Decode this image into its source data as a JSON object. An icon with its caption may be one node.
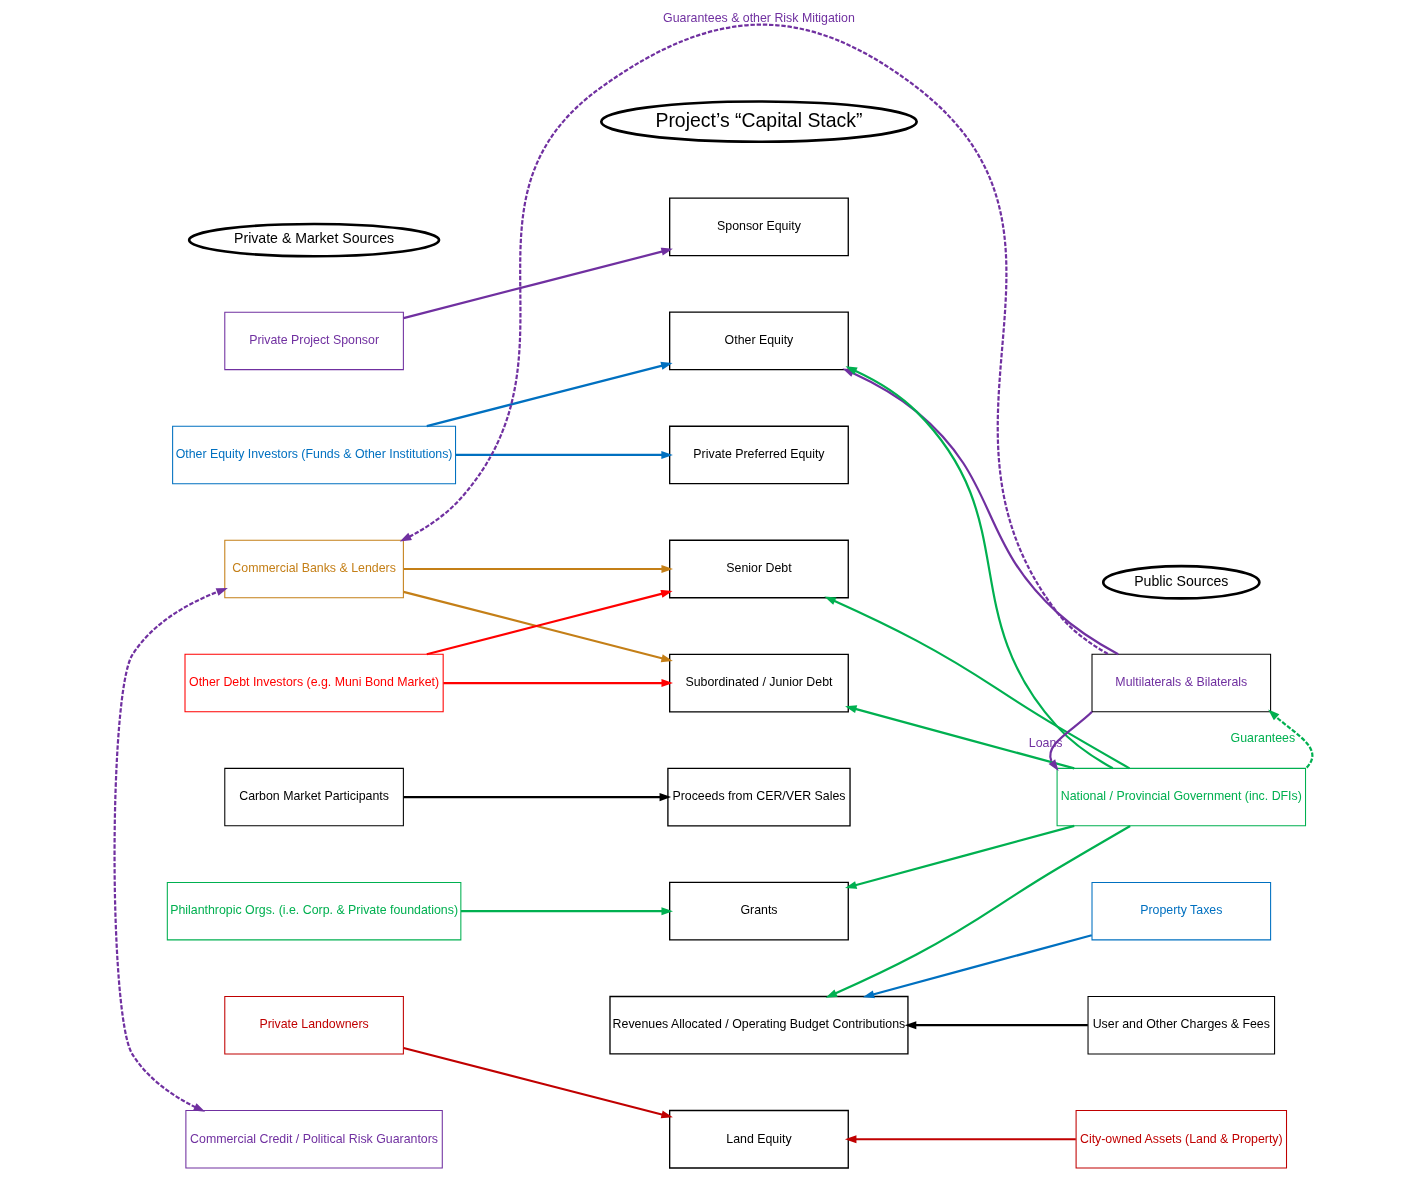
{
  "diagram": {
    "nodes": [
      {
        "text": [
          "Private & Market Sources"
        ]
      },
      {
        "text": [
          "Project’s “Capital Stack”"
        ]
      },
      {
        "text": [
          "Public Sources"
        ]
      },
      {
        "text": [
          "Private Project Sponsor"
        ]
      },
      {
        "text": [
          "Other Equity Investors (Funds & Other Institutions)"
        ]
      },
      {
        "text": [
          "Commercial Banks & Lenders"
        ]
      },
      {
        "text": [
          "Other Debt Investors (e.g. Muni Bond Market)"
        ]
      },
      {
        "text": [
          "Carbon Market Participants"
        ]
      },
      {
        "text": [
          "Philanthropic Orgs. (i.e. Corp. & Private foundations)"
        ]
      },
      {
        "text": [
          "Private Landowners"
        ]
      },
      {
        "text": [
          "Commercial Credit / Political Risk Guarantors"
        ]
      },
      {
        "text": [
          "Sponsor Equity"
        ]
      },
      {
        "text": [
          "Other Equity"
        ]
      },
      {
        "text": [
          "Private Preferred Equity"
        ]
      },
      {
        "text": [
          "Senior Debt"
        ]
      },
      {
        "text": [
          "Subordinated / Junior Debt"
        ]
      },
      {
        "text": [
          "Proceeds from CER/VER Sales"
        ]
      },
      {
        "text": [
          "Grants"
        ]
      },
      {
        "text": [
          "Revenues Allocated / Operating Budget Contributions"
        ]
      },
      {
        "text": [
          "Land Equity"
        ]
      },
      {
        "text": [
          "Multilaterals & Bilaterals"
        ]
      },
      {
        "text": [
          "National / Provincial Government (inc. DFIs)"
        ]
      },
      {
        "text": [
          "Property Taxes"
        ]
      },
      {
        "text": [
          "User and Other Charges & Fees"
        ]
      },
      {
        "text": [
          "City-owned Assets (Land & Property)"
        ]
      }
    ],
    "edges": [
      {
        "from": 3,
        "to": 11,
        "arrow": "to",
        "color": "#7030a0"
      },
      {
        "from": 4,
        "to": 12,
        "arrow": "to",
        "color": "#0070c0"
      },
      {
        "from": 4,
        "to": 13,
        "arrow": "to",
        "color": "#0070c0"
      },
      {
        "from": 5,
        "to": 14,
        "arrow": "to",
        "color": "#c47f17"
      },
      {
        "from": 5,
        "to": 15,
        "arrow": "to",
        "color": "#c47f17"
      },
      {
        "from": 6,
        "to": 14,
        "arrow": "to",
        "color": "#ff0000"
      },
      {
        "from": 6,
        "to": 15,
        "arrow": "to",
        "color": "#ff0000"
      },
      {
        "from": 7,
        "to": 16,
        "arrow": "to",
        "color": "#000000"
      },
      {
        "from": 8,
        "to": 17,
        "arrow": "to"
      },
      {
        "from": 9,
        "to": 19,
        "arrow": "to",
        "color": "#c00000"
      },
      {
        "from": 20,
        "to": 12,
        "arrow": "to",
        "color": "#7030a0"
      },
      {
        "from": 20,
        "to": 21,
        "arrow": "to",
        "label": "Loans",
        "color": "#7030a0"
      },
      {
        "from": 21,
        "to": 20,
        "arrow": "to",
        "label": "Guarantees",
        "style": "dashed"
      },
      {
        "from": 21,
        "to": 12,
        "arrow": "to"
      },
      {
        "from": 21,
        "to": 14,
        "arrow": "to"
      },
      {
        "from": 21,
        "to": 15,
        "arrow": "to"
      },
      {
        "from": 21,
        "to": 17,
        "arrow": "to"
      },
      {
        "from": 21,
        "to": 18,
        "arrow": "to"
      },
      {
        "from": 22,
        "to": 18,
        "arrow": "to",
        "color": "#0070c0"
      },
      {
        "from": 23,
        "to": 18,
        "arrow": "to",
        "color": "#000000"
      },
      {
        "from": 24,
        "to": 19,
        "arrow": "to",
        "color": "#c00000"
      },
      {
        "from": 20,
        "to": 5,
        "arrow": "to",
        "label": "Guarantees & other Risk Mitigation",
        "style": "dashed",
        "color": "#7030a0"
      },
      {
        "from": 10,
        "to": 5,
        "arrow": "both",
        "style": "dashed",
        "color": "#7030a0"
      }
    ]
  }
}
